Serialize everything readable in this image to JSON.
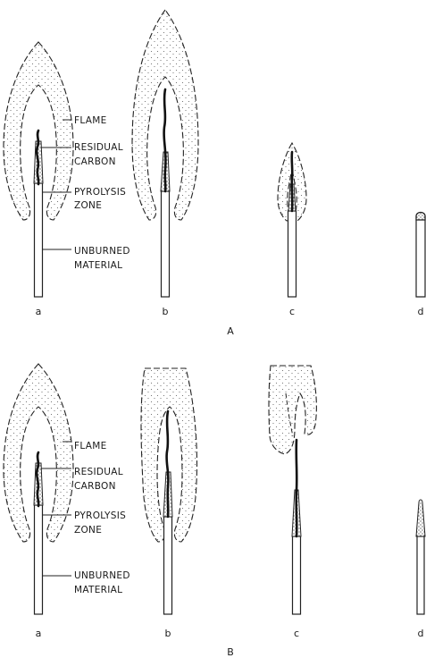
{
  "panels": [
    {
      "id": "A",
      "caption": "A",
      "stages": [
        "a",
        "b",
        "c",
        "d"
      ],
      "labels": [
        "FLAME",
        "RESIDUAL",
        "CARBON",
        "PYROLYSIS",
        "ZONE",
        "UNBURNED",
        "MATERIAL"
      ]
    },
    {
      "id": "B",
      "caption": "B",
      "stages": [
        "a",
        "b",
        "c",
        "d"
      ],
      "labels": [
        "FLAME",
        "RESIDUAL",
        "CARBON",
        "PYROLYSIS",
        "ZONE",
        "UNBURNED",
        "MATERIAL"
      ]
    }
  ]
}
